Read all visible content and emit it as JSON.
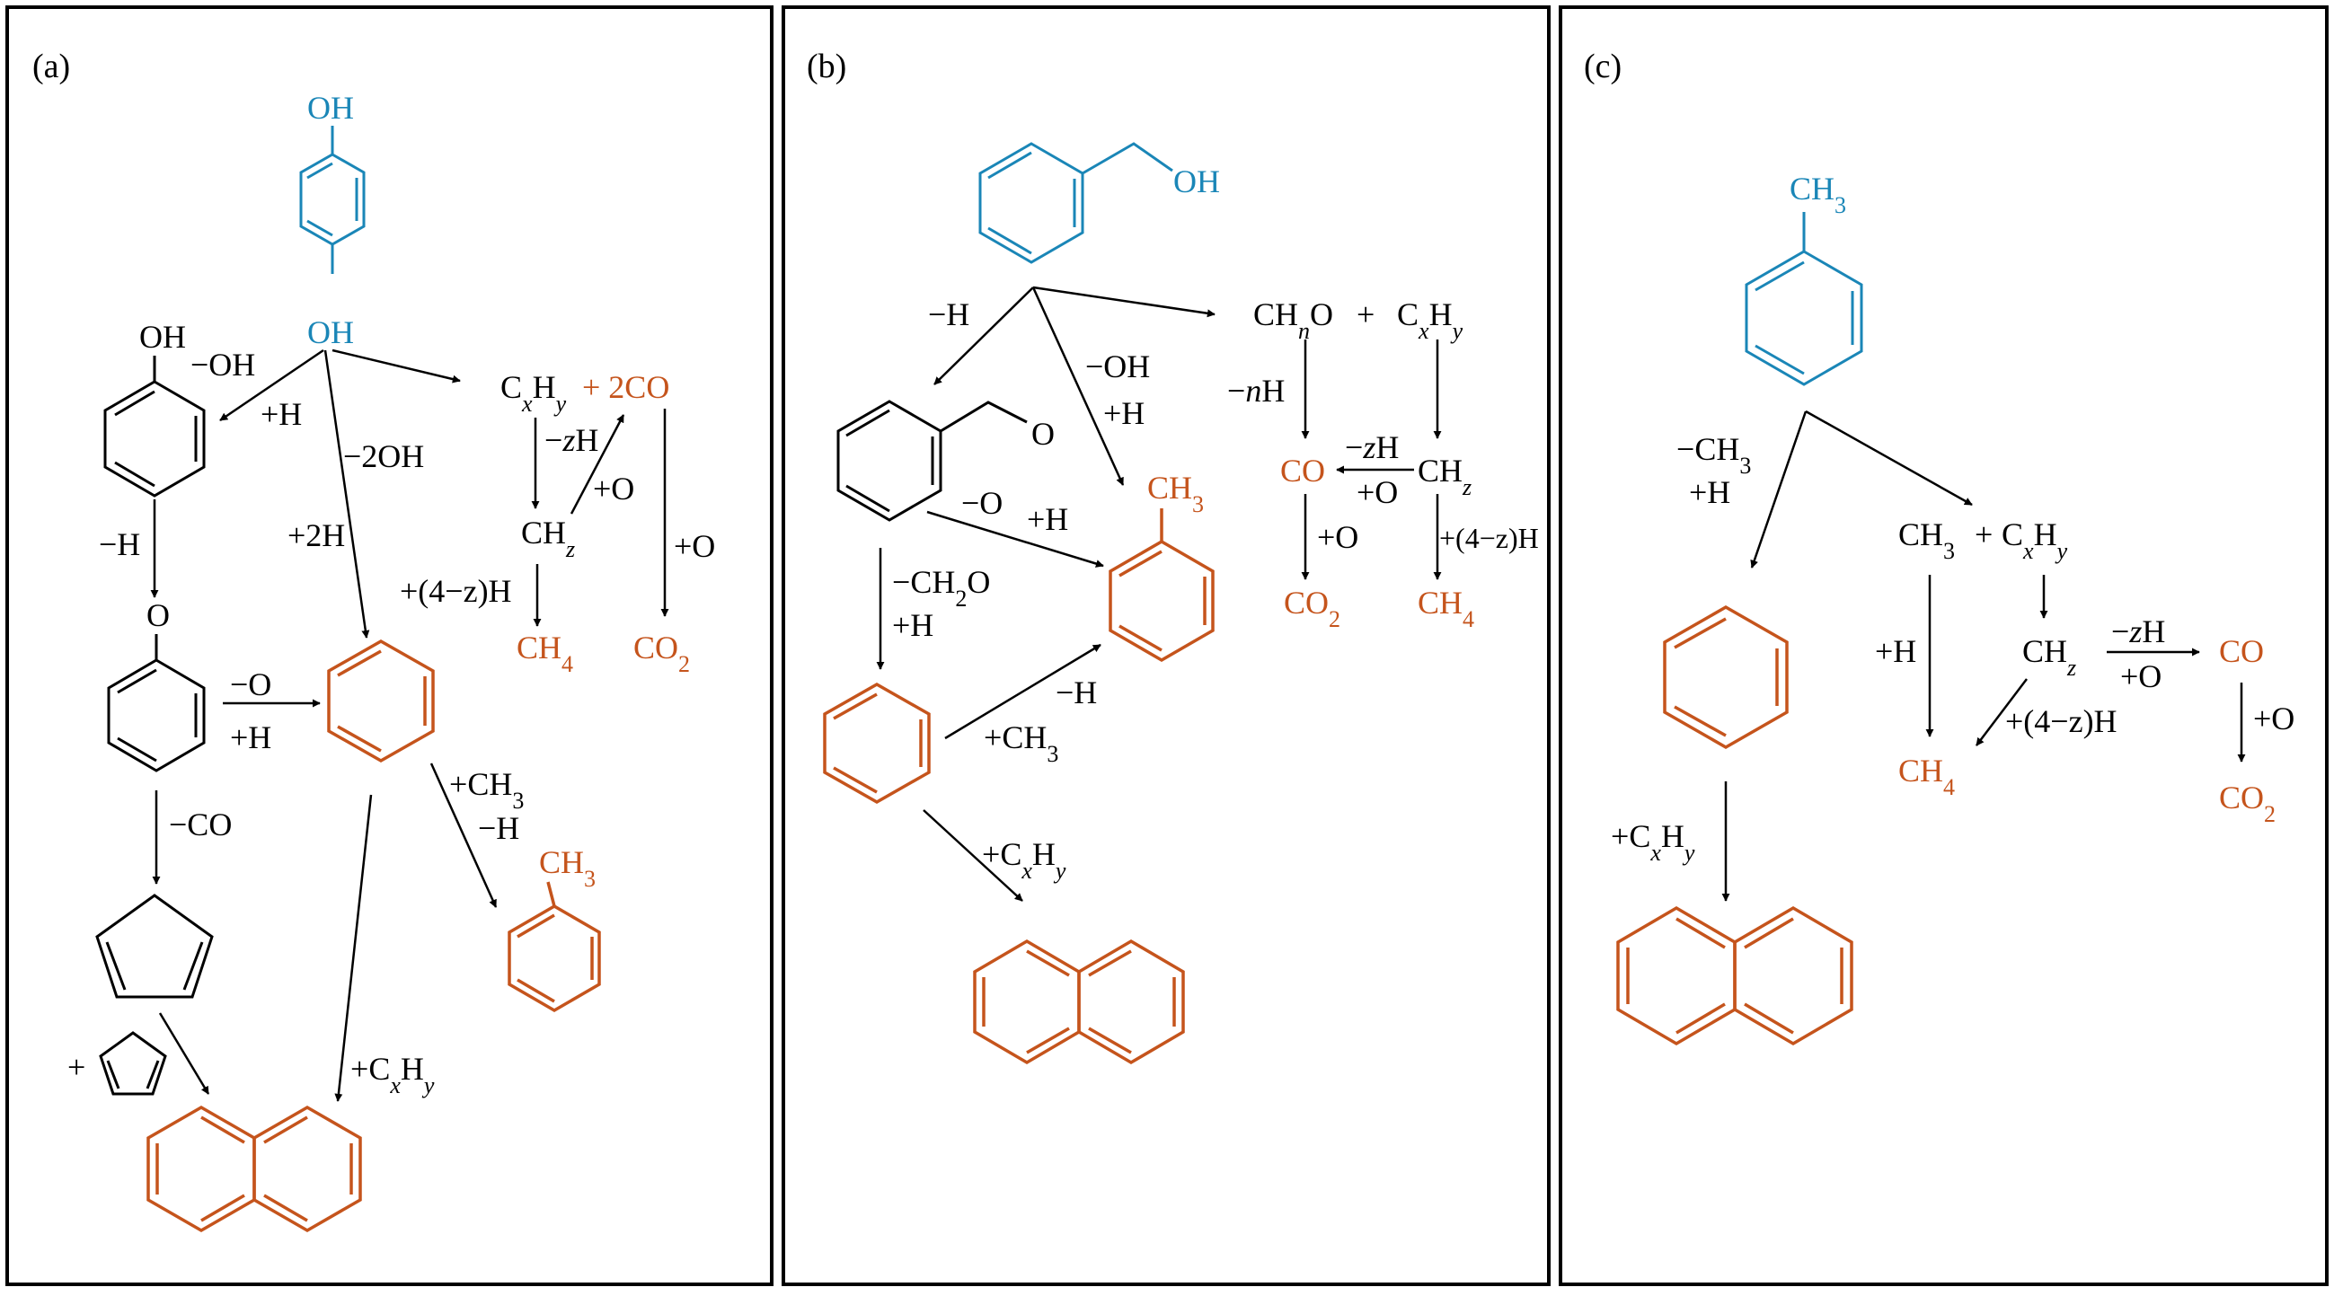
{
  "panels": [
    {
      "label": "(a)",
      "texts": {
        "oh_top": "OH",
        "oh_mid": "OH",
        "oh_left": "OH",
        "o_left": "O",
        "cxhy": "CxHy",
        "plus_2co": "+ 2CO",
        "ch_z": "CHz",
        "ch4": "CH4",
        "co2": "CO2",
        "ch3": "CH3",
        "plus_cp": "+"
      },
      "steps": {
        "s_minus_oh": "−OH",
        "s_plus_h": "+H",
        "s_minus_2oh": "−2OH",
        "s_plus_2h": "+2H",
        "s_minus_h": "−H",
        "s_minus_zh": "−zH",
        "s_plus_o1": "+O",
        "s_plus_o2": "+O",
        "s_4zh": "+(4−z)H",
        "s_minus_o": "−O",
        "s_plus_h2": "+H",
        "s_minus_co": "−CO",
        "s_plus_ch3": "+CH3",
        "s_minus_h2": "−H",
        "s_plus_cxhy": "+CxHy"
      }
    },
    {
      "label": "(b)",
      "texts": {
        "oh": "OH",
        "o": "O",
        "chno": "CHnO",
        "plus": "+",
        "cxhy": "CxHy",
        "co": "CO",
        "ch_z": "CHz",
        "co2": "CO2",
        "ch4": "CH4",
        "ch3": "CH3"
      },
      "steps": {
        "s_minus_h": "−H",
        "s_minus_oh": "−OH",
        "s_plus_h": "+H",
        "s_minus_nh": "−nH",
        "s_minus_zh": "−zH",
        "s_plus_o1": "+O",
        "s_plus_o2": "+O",
        "s_4zh": "+(4−z)H",
        "s_minus_o": "−O",
        "s_plus_h2": "+H",
        "s_minus_ch2o": "−CH2O",
        "s_plus_h3": "+H",
        "s_minus_h2": "−H",
        "s_plus_ch3": "+CH3",
        "s_plus_cxhy": "+CxHy"
      }
    },
    {
      "label": "(c)",
      "texts": {
        "ch3_top": "CH3",
        "ch3": "CH3",
        "plus": "+",
        "cxhy": "CxHy",
        "ch_z": "CHz",
        "co": "CO",
        "ch4": "CH4",
        "co2": "CO2"
      },
      "steps": {
        "s_minus_ch3": "−CH3",
        "s_plus_h": "+H",
        "s_plus_h2": "+H",
        "s_minus_zh": "−zH",
        "s_plus_o1": "+O",
        "s_4zh": "+(4−z)H",
        "s_plus_o2": "+O",
        "s_plus_cxhy": "+CxHy"
      }
    }
  ],
  "colors": {
    "reactant": "#1a86b7",
    "product": "#c5541c",
    "intermediate": "#000000",
    "frame": "#000000"
  }
}
